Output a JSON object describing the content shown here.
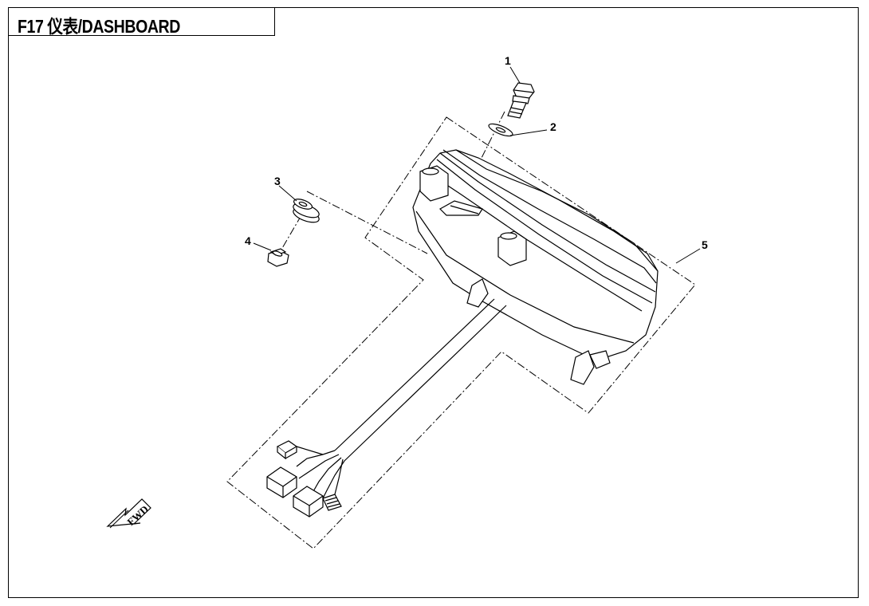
{
  "title": "F17 仪表/DASHBOARD",
  "callouts": [
    "1",
    "2",
    "3",
    "4",
    "5"
  ],
  "direction_label": "FWD",
  "colors": {
    "line": "#000000",
    "background": "#ffffff"
  }
}
